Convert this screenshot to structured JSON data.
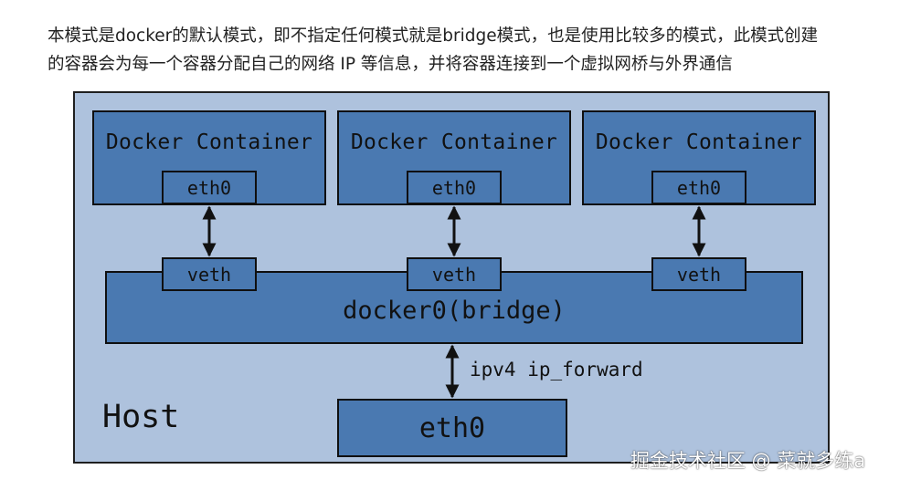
{
  "intro": {
    "line1": "本模式是docker的默认模式，即不指定任何模式就是bridge模式，也是使用比较多的模式，此模式创建",
    "line2": "的容器会为每一个容器分配自己的网络 IP 等信息，并将容器连接到一个虚拟网桥与外界通信"
  },
  "diagram": {
    "containers": [
      {
        "title": "Docker Container",
        "eth": "eth0",
        "veth": "veth"
      },
      {
        "title": "Docker Container",
        "eth": "eth0",
        "veth": "veth"
      },
      {
        "title": "Docker Container",
        "eth": "eth0",
        "veth": "veth"
      }
    ],
    "bridge": "docker0(bridge)",
    "forward_label": "ipv4 ip_forward",
    "host_label": "Host",
    "host_eth": "eth0"
  },
  "colors": {
    "host_bg": "#aec2dd",
    "box_fill": "#4a79b1",
    "border": "#0f0f0f"
  },
  "watermark": "掘金技术社区 @ 菜就多练a"
}
